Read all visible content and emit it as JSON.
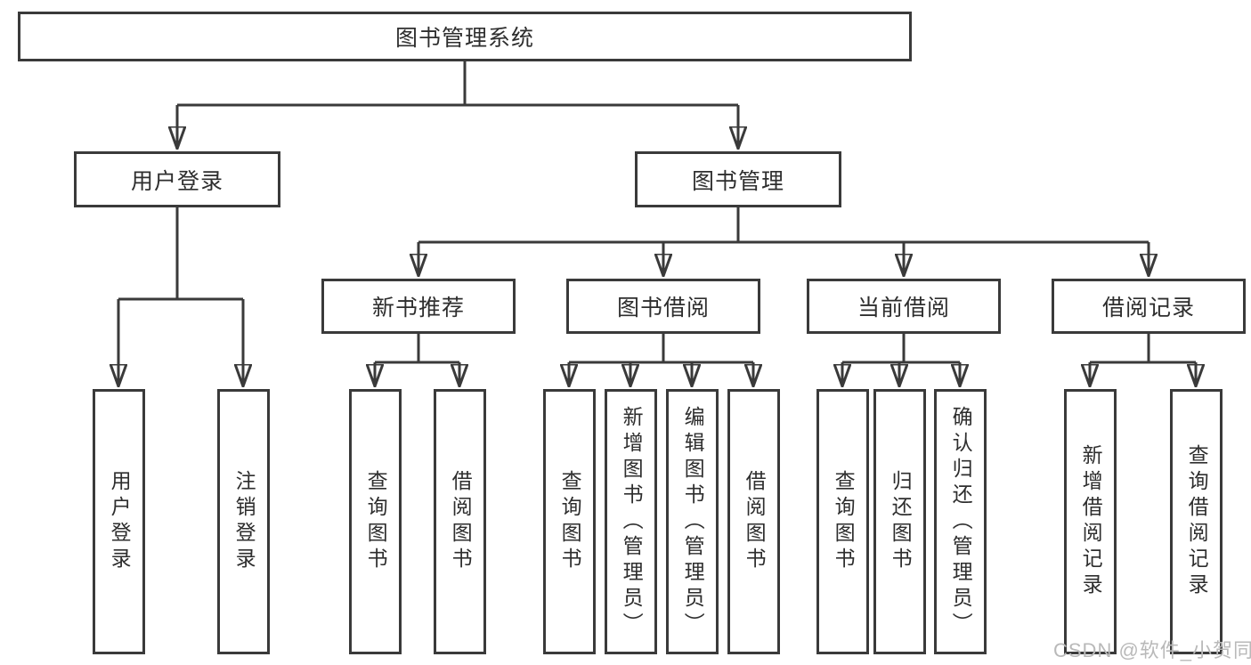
{
  "colors": {
    "background": "#ffffff",
    "border": "#3a3a3a",
    "line": "#3a3a3a",
    "text": "#2e2e2e",
    "watermark": "#b9b9b9"
  },
  "watermark": {
    "text": "CSDN @软件_小贺同学"
  },
  "nodes": {
    "root": {
      "label": "图书管理系统"
    },
    "user_login": {
      "label": "用户登录"
    },
    "book_management": {
      "label": "图书管理"
    },
    "new_book_recommend": {
      "label": "新书推荐"
    },
    "book_borrowing": {
      "label": "图书借阅"
    },
    "current_borrowing": {
      "label": "当前借阅"
    },
    "borrowing_records": {
      "label": "借阅记录"
    },
    "leaves": {
      "login": {
        "label": "用户登录"
      },
      "logout": {
        "label": "注销登录"
      },
      "nbr_query_books": {
        "label": "查询图书"
      },
      "nbr_borrow_books": {
        "label": "借阅图书"
      },
      "bb_query_books": {
        "label": "查询图书"
      },
      "bb_add_books": {
        "label": "新增图书（管理员）"
      },
      "bb_edit_books": {
        "label": "编辑图书（管理员）"
      },
      "bb_borrow_books": {
        "label": "借阅图书"
      },
      "cb_query_books": {
        "label": "查询图书"
      },
      "cb_return_books": {
        "label": "归还图书"
      },
      "cb_confirm_return": {
        "label": "确认归还（管理员）"
      },
      "br_add_record": {
        "label": "新增借阅记录"
      },
      "br_query_record": {
        "label": "查询借阅记录"
      }
    }
  }
}
